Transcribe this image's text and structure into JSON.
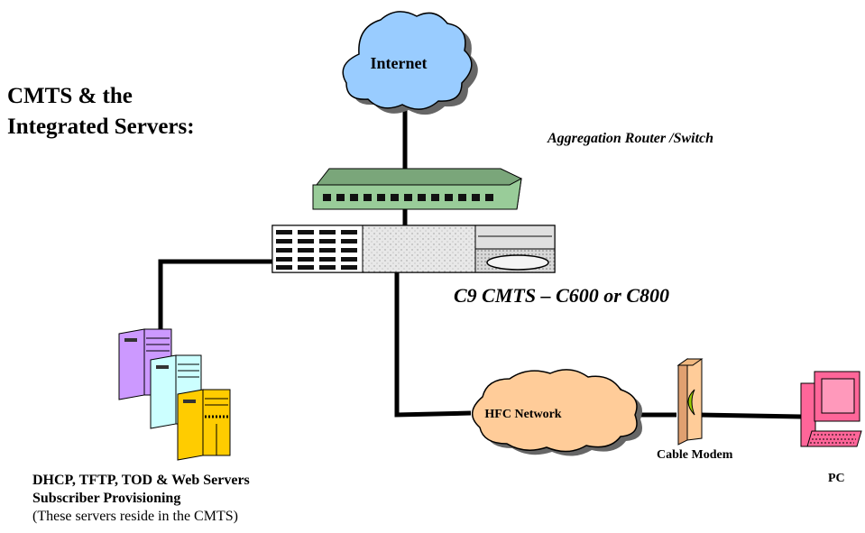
{
  "title_line1": "CMTS & the",
  "title_line2": "Integrated Servers:",
  "cloud_internet": "Internet",
  "aggregation_label": "Aggregation Router /Switch",
  "cmts_label": "C9 CMTS – C600 or C800",
  "hfc_label": "HFC Network",
  "cable_modem_label": "Cable Modem",
  "pc_label": "PC",
  "servers_line1": "DHCP, TFTP, TOD & Web Servers",
  "servers_line2": "Subscriber Provisioning",
  "servers_line3": "(These servers reside in the CMTS)",
  "colors": {
    "internet_cloud": "#99ccff",
    "hfc_cloud": "#ffcc99",
    "switch": "#99cc99",
    "server_purple": "#cc99ff",
    "server_cyan": "#ccffff",
    "server_yellow": "#ffcc00",
    "modem": "#ffcc99",
    "pc": "#ff6699"
  }
}
